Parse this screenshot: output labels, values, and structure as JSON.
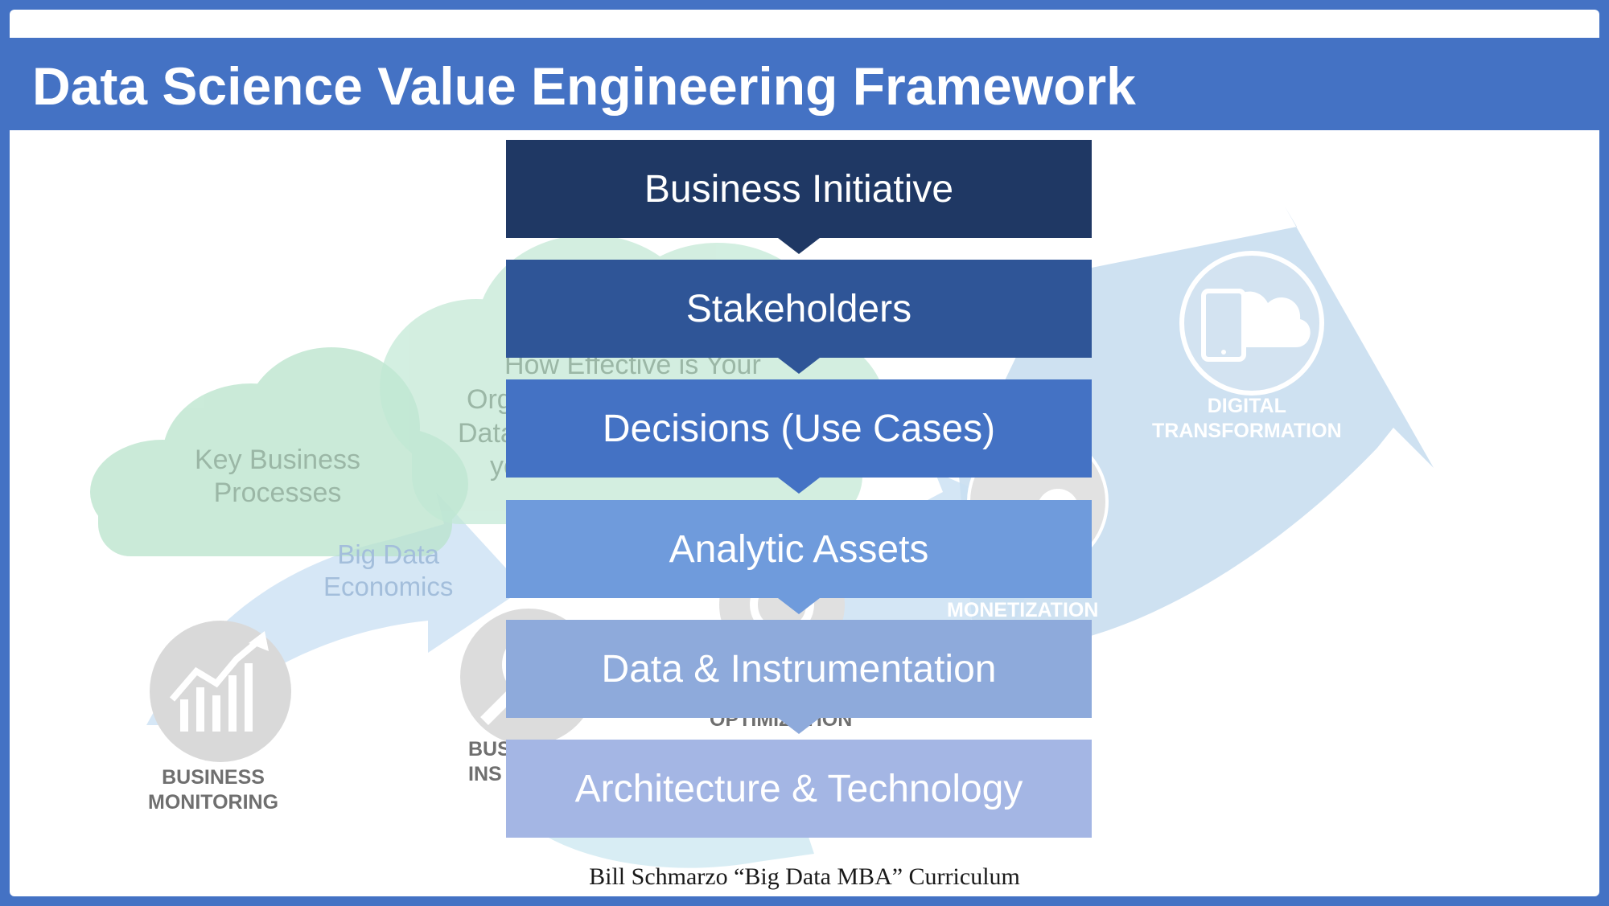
{
  "slide": {
    "title": "Data Science Value Engineering Framework",
    "credit": "Bill Schmarzo “Big Data MBA” Curriculum"
  },
  "background": {
    "cloud_left": [
      "Key Business",
      "Processes"
    ],
    "cloud_center": [
      "How Effective is Your",
      "Org",
      "Data",
      "yo"
    ],
    "arrow_text": [
      "Big Data",
      "Economics"
    ],
    "captions": {
      "business_monitoring": [
        "BUSINESS",
        "MONITORING"
      ],
      "business_insights": [
        "BUS",
        "INS"
      ],
      "monetization": "MONETIZATION",
      "optimization": "OPTIMIZATION",
      "digital_transformation": [
        "DIGITAL",
        "TRANSFORMATION"
      ]
    },
    "icons": [
      "trend-chart",
      "magnifier",
      "gear",
      "dollar-coin",
      "mobile-cloud"
    ]
  },
  "framework": {
    "blocks": [
      {
        "label": "Business Initiative",
        "color": "#1f3864"
      },
      {
        "label": "Stakeholders",
        "color": "#2f5597"
      },
      {
        "label": "Decisions (Use Cases)",
        "color": "#4472c4"
      },
      {
        "label": "Analytic Assets",
        "color": "#6f9bdc"
      },
      {
        "label": "Data & Instrumentation",
        "color": "#8eaadb"
      },
      {
        "label": "Architecture & Technology",
        "color": "#a4b6e4"
      }
    ]
  },
  "colors": {
    "frame": "#4472c4",
    "cloud": "#b9e4cc",
    "arrow": "#c5dcef"
  }
}
